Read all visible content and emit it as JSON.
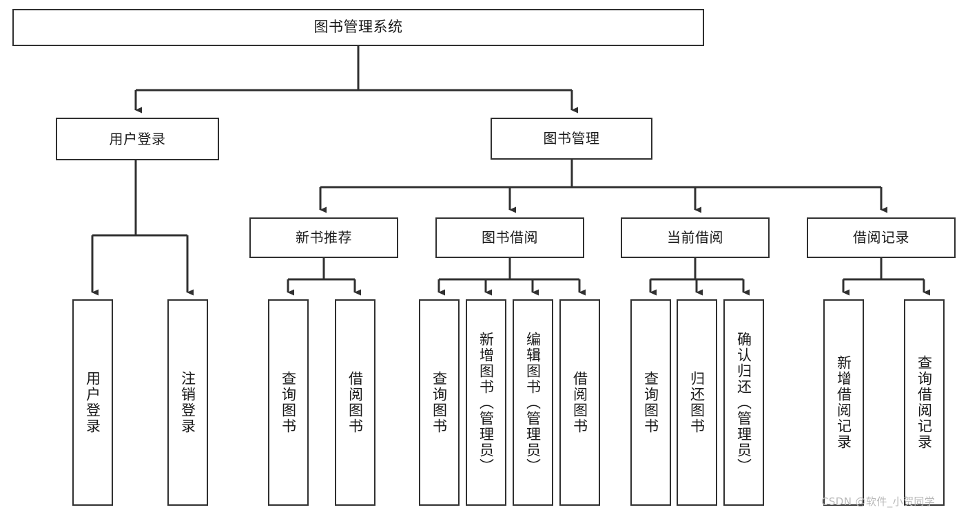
{
  "diagram": {
    "title": "图书管理系统",
    "type": "tree-hierarchy-chart",
    "colors": {
      "box_border": "#303030",
      "box_fill": "#ffffff",
      "connector": "#303030",
      "background": "#ffffff",
      "watermark": "#b9b9b9"
    },
    "root": {
      "label": "图书管理系统"
    },
    "level2": [
      {
        "label": "用户登录"
      },
      {
        "label": "图书管理"
      }
    ],
    "level3": [
      {
        "label": "新书推荐"
      },
      {
        "label": "图书借阅"
      },
      {
        "label": "当前借阅"
      },
      {
        "label": "借阅记录"
      }
    ],
    "leaves": {
      "user_login": [
        {
          "label": "用户登录"
        },
        {
          "label": "注销登录"
        }
      ],
      "new_book_recommend": [
        {
          "label": "查询图书"
        },
        {
          "label": "借阅图书"
        }
      ],
      "book_borrow": [
        {
          "label": "查询图书"
        },
        {
          "label": "新增图书（管理员）"
        },
        {
          "label": "编辑图书（管理员）"
        },
        {
          "label": "借阅图书"
        }
      ],
      "current_borrow": [
        {
          "label": "查询图书"
        },
        {
          "label": "归还图书"
        },
        {
          "label": "确认归还（管理员）"
        }
      ],
      "borrow_record": [
        {
          "label": "新增借阅记录"
        },
        {
          "label": "查询借阅记录"
        }
      ]
    },
    "watermark": "CSDN @软件_小贺同学"
  }
}
